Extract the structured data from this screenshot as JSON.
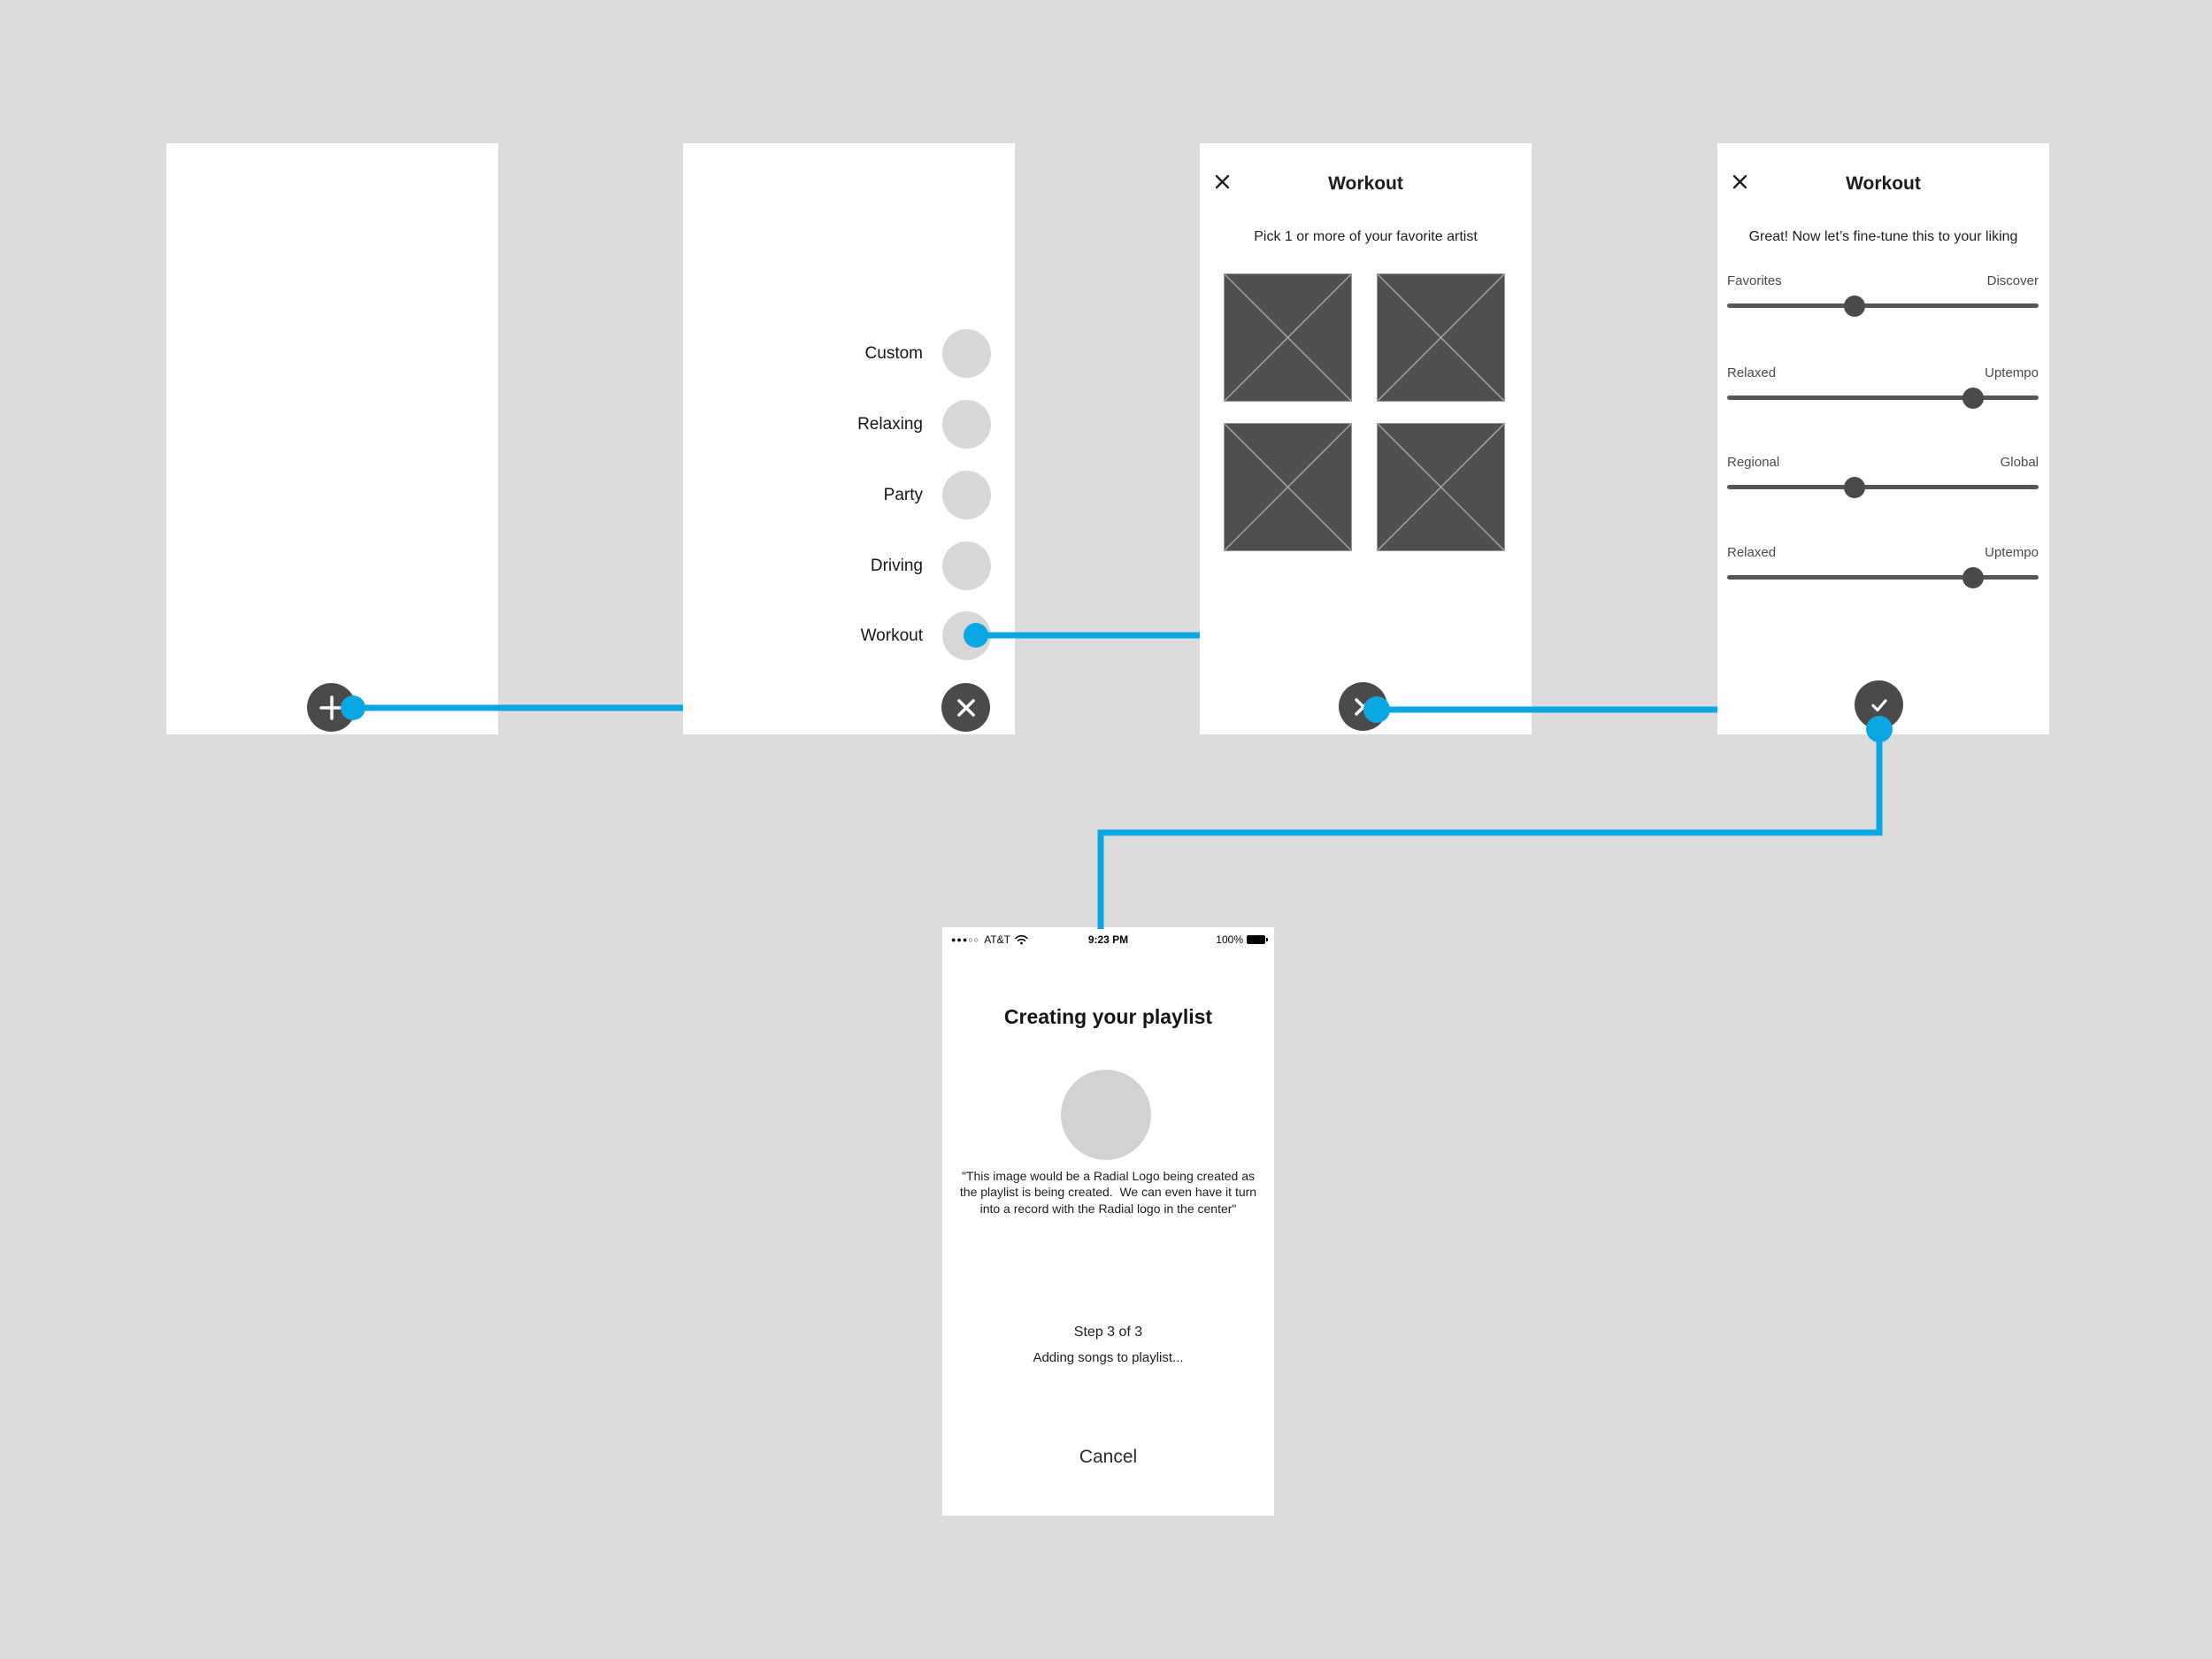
{
  "accent_color": "#0ba7e2",
  "flow_connections": [
    {
      "from": "add-playlist-button",
      "to": "categories-screen"
    },
    {
      "from": "category-workout",
      "to": "artist-picker-screen"
    },
    {
      "from": "artist-picker-action",
      "to": "fine-tune-screen"
    },
    {
      "from": "fine-tune-done",
      "to": "creating-playlist-screen"
    }
  ],
  "screens": {
    "categories": {
      "items": [
        "Custom",
        "Relaxing",
        "Party",
        "Driving",
        "Workout"
      ],
      "selected_item": "Workout"
    },
    "artist_picker": {
      "title": "Workout",
      "subtitle": "Pick 1 or more of your favorite artist",
      "placeholder_count": 4
    },
    "fine_tune": {
      "title": "Workout",
      "subtitle": "Great! Now let’s fine-tune this to your liking",
      "sliders": [
        {
          "left_label": "Favorites",
          "right_label": "Discover",
          "value_pct": 41
        },
        {
          "left_label": "Relaxed",
          "right_label": "Uptempo",
          "value_pct": 79
        },
        {
          "left_label": "Regional",
          "right_label": "Global",
          "value_pct": 41
        },
        {
          "left_label": "Relaxed",
          "right_label": "Uptempo",
          "value_pct": 79
        }
      ]
    },
    "progress": {
      "status_bar": {
        "signal_dots": "●●●○○",
        "carrier": "AT&T",
        "time": "9:23 PM",
        "battery": "100%"
      },
      "title": "Creating your playlist",
      "note": "\"This image would be a Radial Logo being created as the playlist is being created.  We can even have it turn into a record with the Radial logo in the center\"",
      "step": "Step 3 of 3",
      "status": "Adding songs to playlist...",
      "cancel_label": "Cancel"
    }
  }
}
